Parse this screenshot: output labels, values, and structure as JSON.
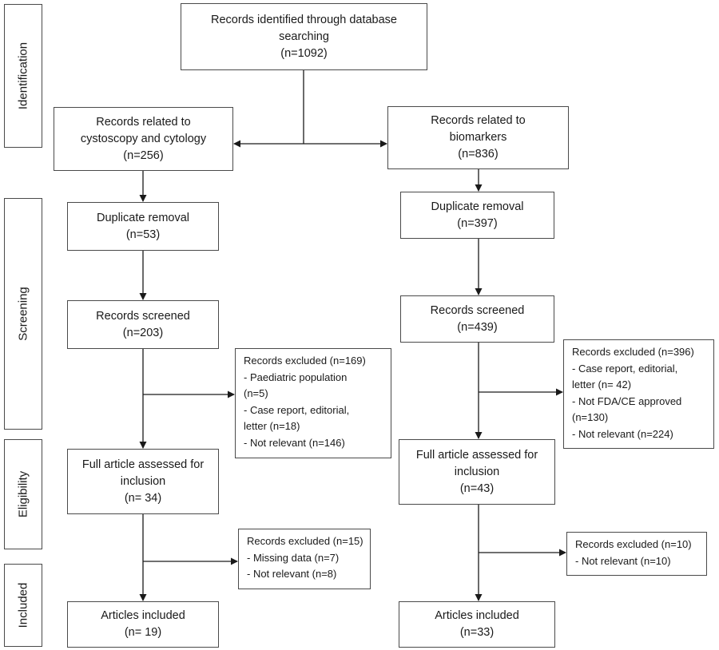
{
  "stages": {
    "identification": "Identification",
    "screening": "Screening",
    "eligibility": "Eligibility",
    "included": "Included"
  },
  "top": {
    "lines": [
      "Records identified through database",
      "searching",
      "(n=1092)"
    ]
  },
  "left": {
    "related": [
      "Records related to",
      "cystoscopy and cytology",
      "(n=256)"
    ],
    "duplicate": [
      "Duplicate removal",
      "(n=53)"
    ],
    "screened": [
      "Records screened",
      "(n=203)"
    ],
    "excluded_screening": [
      "Records excluded (n=169)",
      "- Paediatric population",
      "(n=5)",
      "- Case report, editorial,",
      "letter (n=18)",
      "- Not relevant (n=146)"
    ],
    "full_article": [
      "Full article assessed for",
      "inclusion",
      "(n= 34)"
    ],
    "excluded_eligibility": [
      "Records excluded (n=15)",
      "- Missing data (n=7)",
      "- Not relevant (n=8)"
    ],
    "included": [
      "Articles included",
      "(n= 19)"
    ]
  },
  "right": {
    "related": [
      "Records related to",
      "biomarkers",
      "(n=836)"
    ],
    "duplicate": [
      "Duplicate removal",
      "(n=397)"
    ],
    "screened": [
      "Records screened",
      "(n=439)"
    ],
    "excluded_screening": [
      "Records excluded (n=396)",
      "- Case report, editorial,",
      "letter (n= 42)",
      "- Not FDA/CE approved",
      "(n=130)",
      "- Not relevant (n=224)"
    ],
    "full_article": [
      "Full article assessed for",
      "inclusion",
      "(n=43)"
    ],
    "excluded_eligibility": [
      "Records excluded (n=10)",
      "- Not relevant (n=10)"
    ],
    "included": [
      "Articles included",
      "(n=33)"
    ]
  }
}
